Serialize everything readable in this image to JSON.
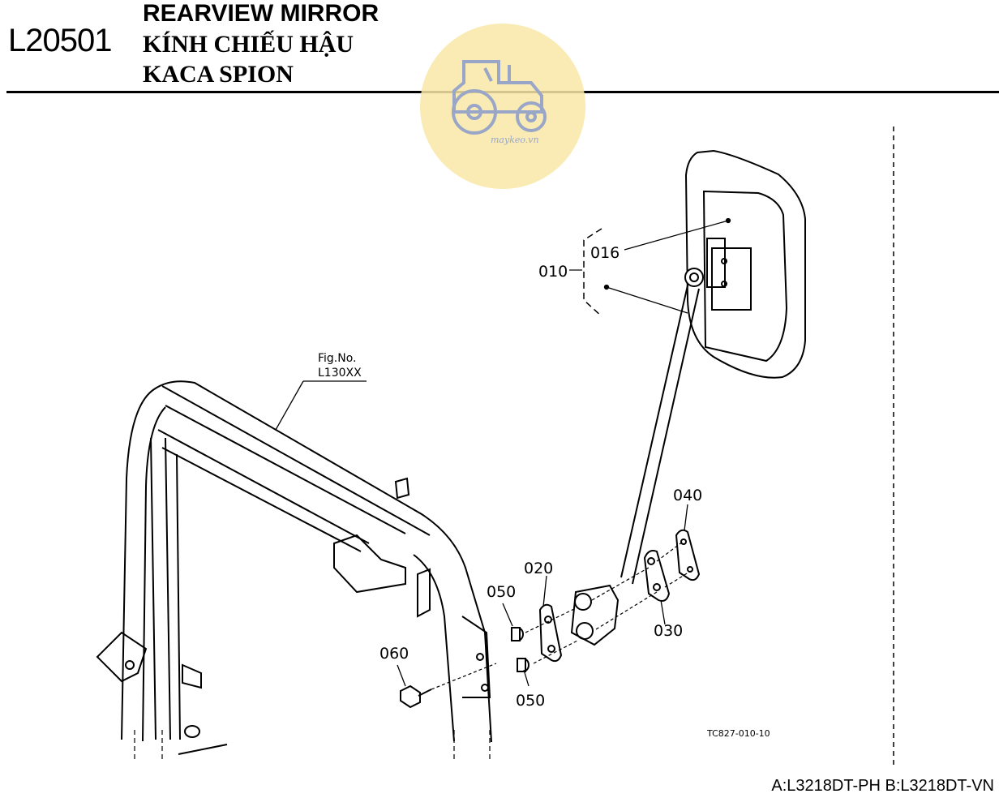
{
  "header": {
    "code": "L20501",
    "title_en": "REARVIEW MIRROR",
    "title_vi": "KÍNH CHIẾU HẬU",
    "title_id": "KACA SPION"
  },
  "watermark": {
    "text": "maykeo.vn",
    "color": "#f7e7a0",
    "icon": "tractor-icon"
  },
  "figure_ref": {
    "line1": "Fig.No.",
    "line2": "L130XX"
  },
  "callouts": {
    "c010": "010",
    "c016": "016",
    "c020": "020",
    "c030": "030",
    "c040": "040",
    "c050a": "050",
    "c050b": "050",
    "c060": "060"
  },
  "drawing_number": "TC827-010-10",
  "footer": {
    "models": "A:L3218DT-PH B:L3218DT-VN"
  }
}
